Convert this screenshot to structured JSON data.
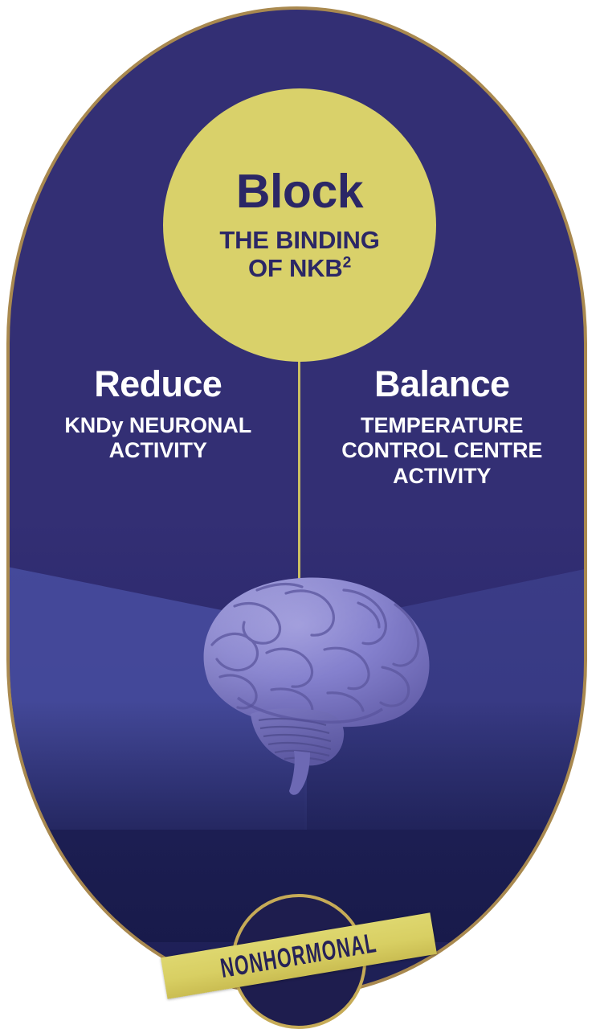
{
  "graphic": {
    "name": "Mechanism of action infographic",
    "shape": "rounded-pill"
  },
  "block_circle": {
    "title": "Block",
    "subtitle_line1": "THE BINDING",
    "subtitle_line2_prefix": "OF NKB",
    "subtitle_line2_superscript": "2",
    "background_color": "#D9D16A",
    "text_color": "#2B2766"
  },
  "columns": [
    {
      "id": "reduce",
      "title": "Reduce",
      "subtitle": "KNDy NEURONAL ACTIVITY"
    },
    {
      "id": "balance",
      "title": "Balance",
      "subtitle": "TEMPERATURE CONTROL CENTRE ACTIVITY"
    }
  ],
  "illustration": {
    "name": "human-brain",
    "color": "#7C78C6"
  },
  "badge": {
    "label": "NONHORMONAL",
    "ring_color": "#C6AB57",
    "circle_color": "#1E1D4E",
    "banner_color": "#D8CF63",
    "banner_text_color": "#262258"
  },
  "colors": {
    "navy": "#332F74",
    "deep_navy": "#1D1F55",
    "gold_border": "#A9894F",
    "yellow": "#D9D16A",
    "chevron_blue": "#4A50A4",
    "connector": "#CBBF62",
    "white": "#FFFFFF"
  }
}
